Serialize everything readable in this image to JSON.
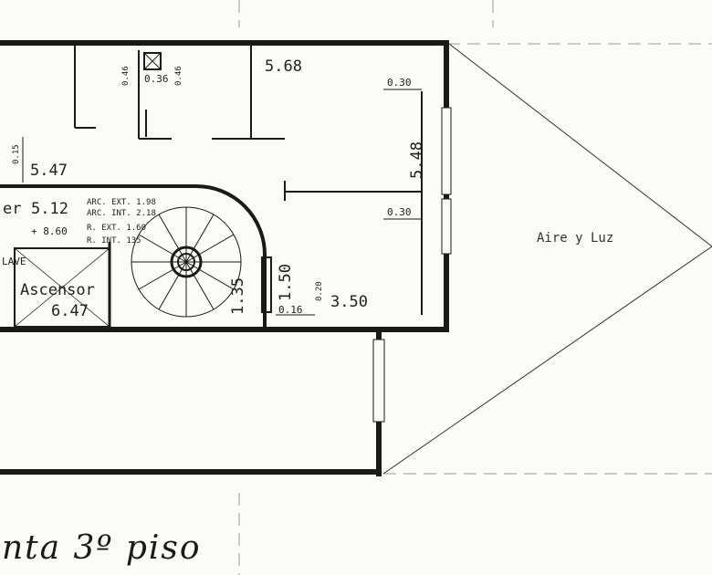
{
  "plan": {
    "title": "nta 3º piso",
    "courtyard_label": "Aire y Luz",
    "elevator_label": "Ascensor",
    "partial_label_left": "er",
    "partial_label_left2": "LAVE",
    "dimensions": {
      "d568": "5.68",
      "d548": "5.48",
      "d547": "5.47",
      "d512": "5.12",
      "d350": "3.50",
      "d150": "1.50",
      "d135": "1.35",
      "d647": "6.47",
      "d030a": "0.30",
      "d030b": "0.30",
      "d036": "0.36",
      "d046a": "0.46",
      "d046b": "0.46",
      "d015": "0.15",
      "d016": "0.16",
      "d020": "0.20",
      "level": "+ 8.60"
    },
    "stair_note": {
      "line1": "ARC. EXT. 1.98",
      "line2": "ARC. INT. 2.18",
      "line3": "R. EXT. 1.60",
      "line4": "R. INT. 135"
    }
  },
  "colors": {
    "ink": "#1a1a1a",
    "paper": "#fbfbf8"
  }
}
